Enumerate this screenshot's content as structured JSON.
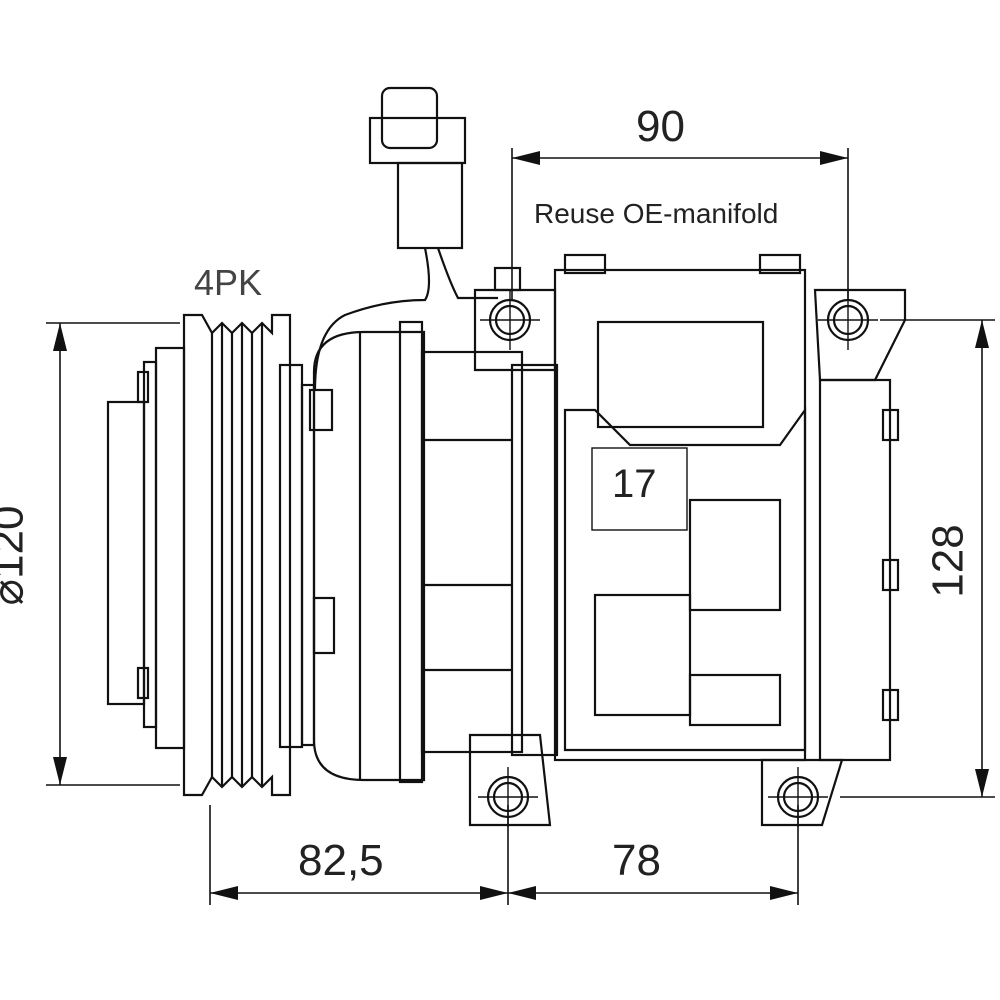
{
  "drawing": {
    "dim_top_width": "90",
    "note_manifold": "Reuse OE-manifold",
    "pulley_type": "4PK",
    "dim_diameter": "⌀120",
    "dim_height": "128",
    "dim_bottom_left": "82,5",
    "dim_bottom_right": "78",
    "part_label": "17"
  }
}
